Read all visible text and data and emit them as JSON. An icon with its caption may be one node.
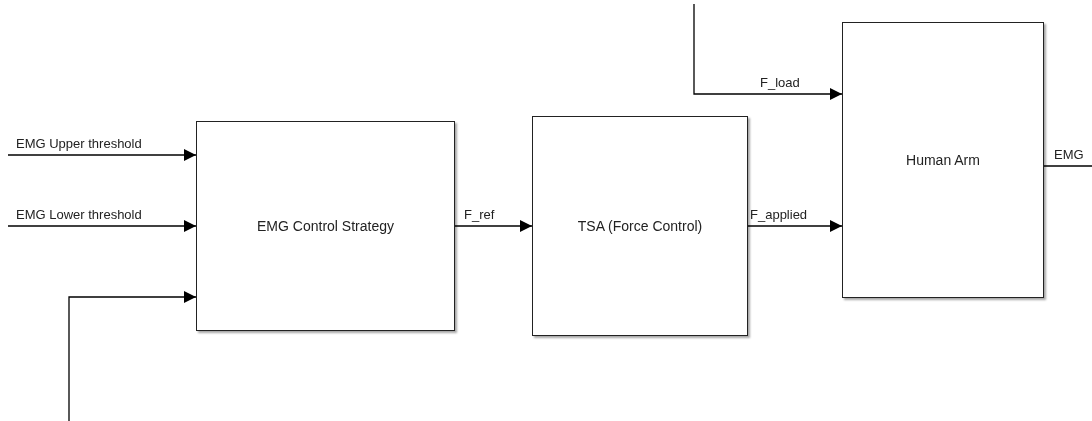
{
  "diagram": {
    "nodes": [
      {
        "text": [
          "EMG Control Strategy"
        ]
      },
      {
        "text": [
          "TSA (Force Control)"
        ]
      },
      {
        "text": [
          "Human Arm"
        ]
      }
    ],
    "edges": [
      {
        "from": null,
        "to": 0,
        "arrow": "to",
        "label": "EMG Upper threshold"
      },
      {
        "from": null,
        "to": 0,
        "arrow": "to",
        "label": "EMG Lower threshold"
      },
      {
        "from": null,
        "to": 0,
        "arrow": "to"
      },
      {
        "from": 0,
        "to": 1,
        "arrow": "to",
        "label": "F_ref"
      },
      {
        "from": 1,
        "to": 2,
        "arrow": "to",
        "label": "F_applied"
      },
      {
        "from": null,
        "to": 2,
        "arrow": "to",
        "label": "F_load"
      },
      {
        "from": 2,
        "to": null,
        "arrow": "none",
        "label": "EMG"
      }
    ]
  }
}
